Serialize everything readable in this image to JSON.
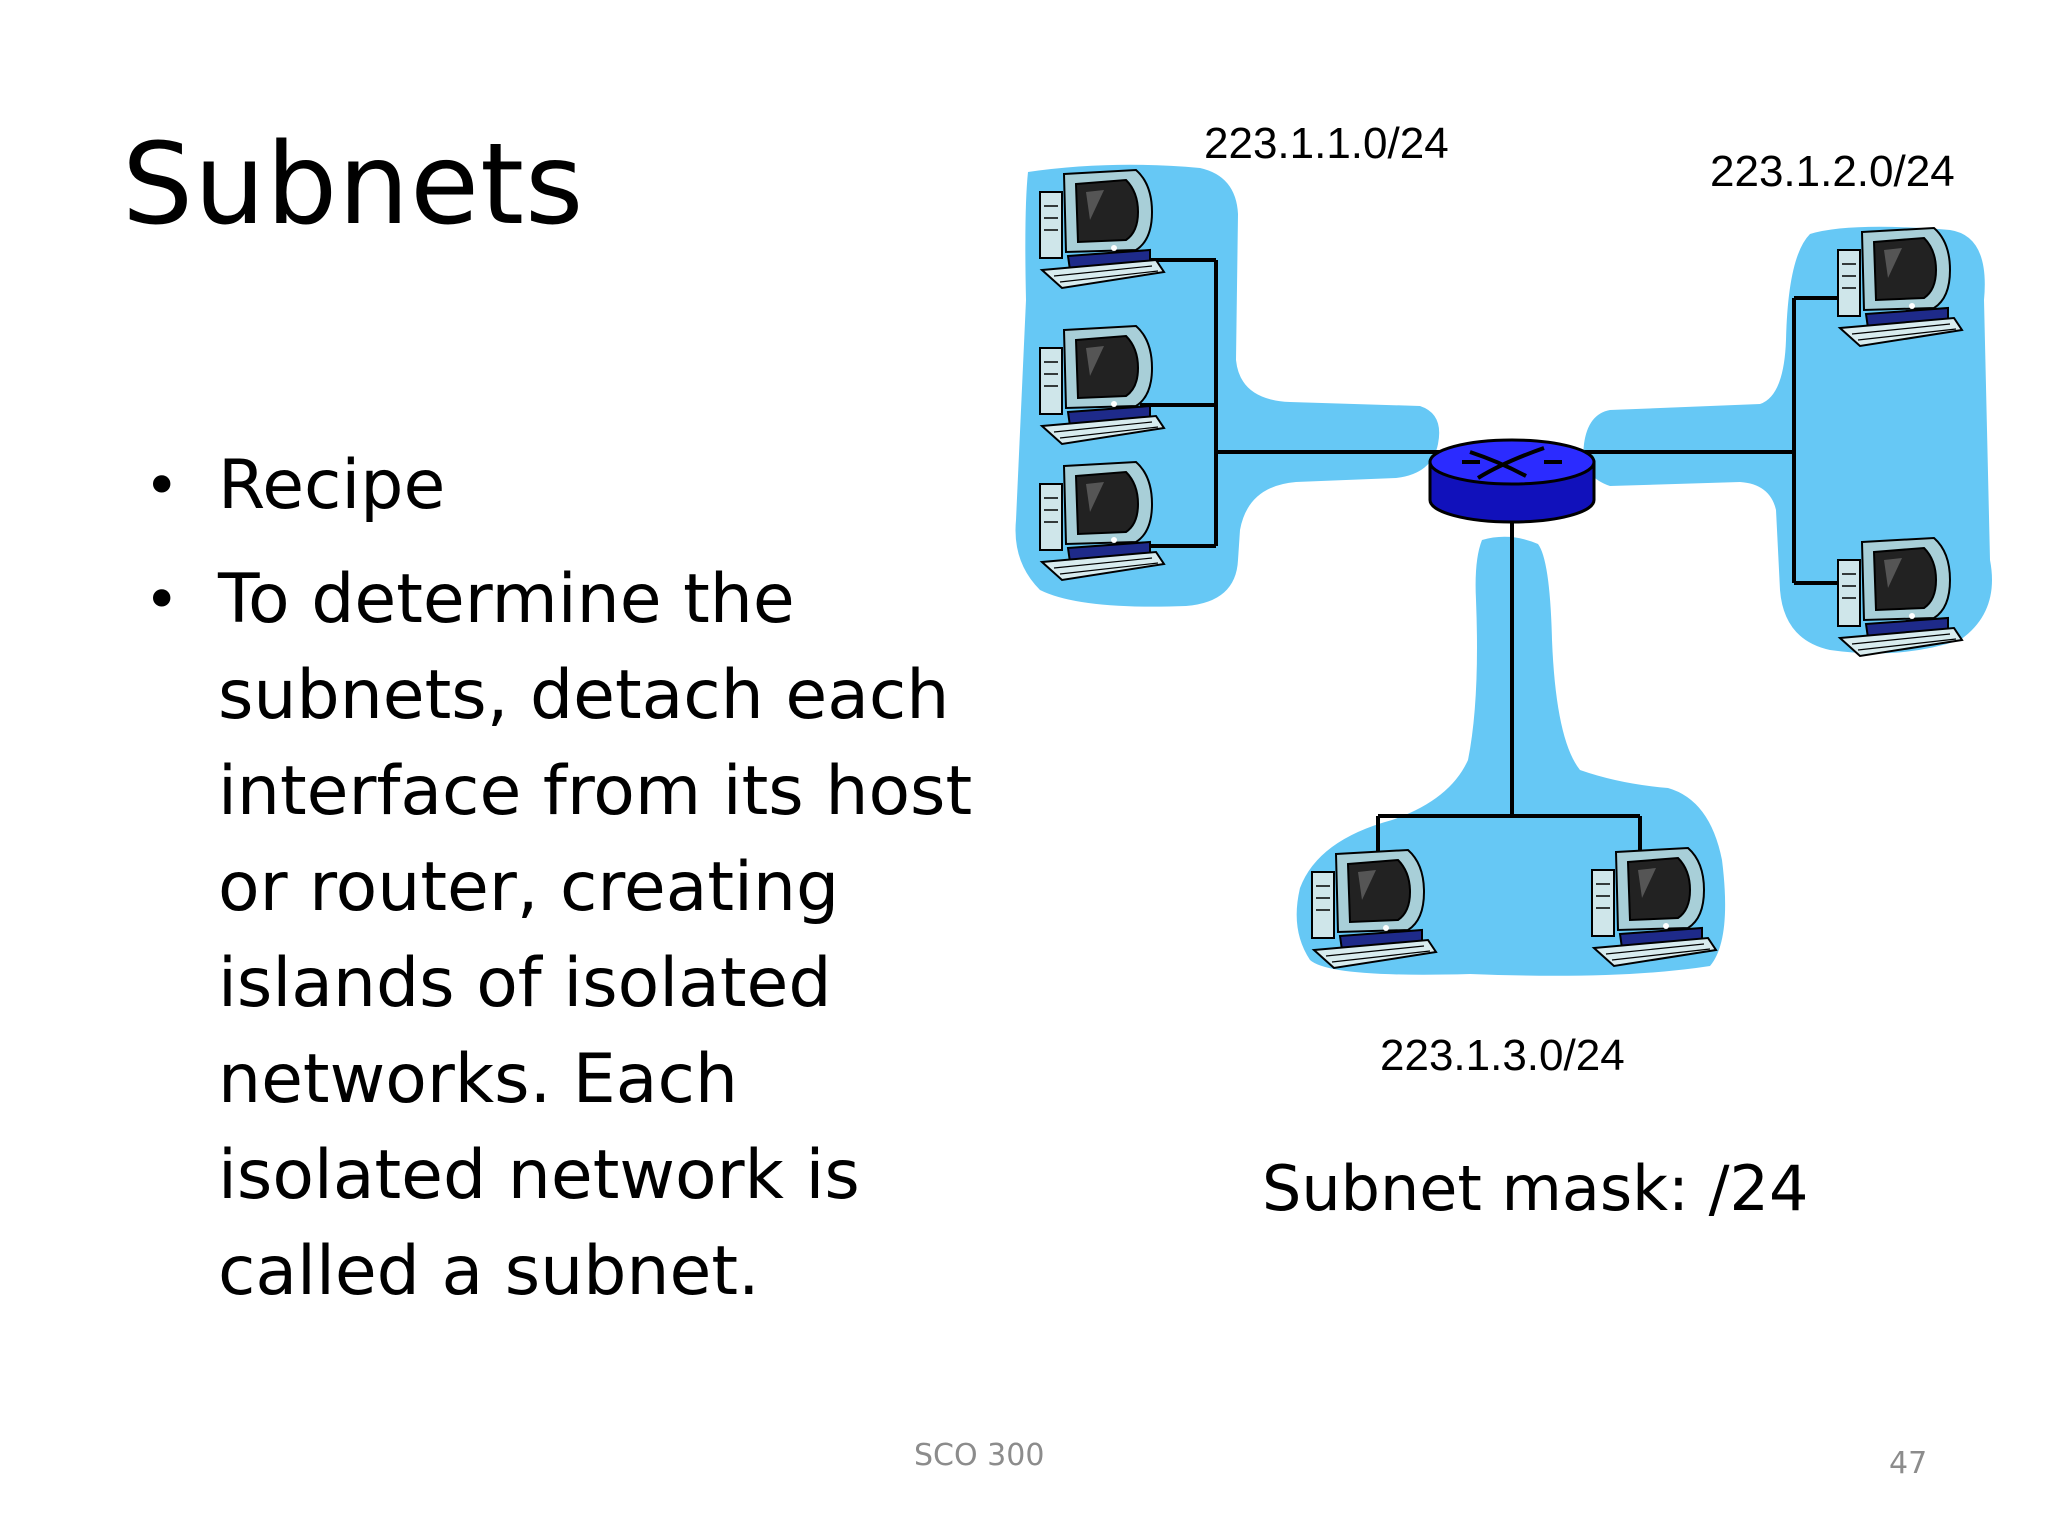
{
  "slide": {
    "title": "Subnets",
    "bullets": [
      "Recipe",
      "To determine the subnets, detach each interface from its host or router, creating islands of isolated networks. Each isolated network is called a subnet."
    ],
    "footer": "SCO 300",
    "page_number": "47"
  },
  "diagram": {
    "subnets": [
      {
        "label": "223.1.1.0/24",
        "hosts": 3
      },
      {
        "label": "223.1.2.0/24",
        "hosts": 2
      },
      {
        "label": "223.1.3.0/24",
        "hosts": 2
      }
    ],
    "mask_caption": "Subnet mask: /24",
    "icons": [
      "router-icon",
      "computer-icon"
    ],
    "colors": {
      "subnet_fill": "#66c8f5",
      "router_fill": "#1a1ad9",
      "link": "#000000"
    }
  }
}
